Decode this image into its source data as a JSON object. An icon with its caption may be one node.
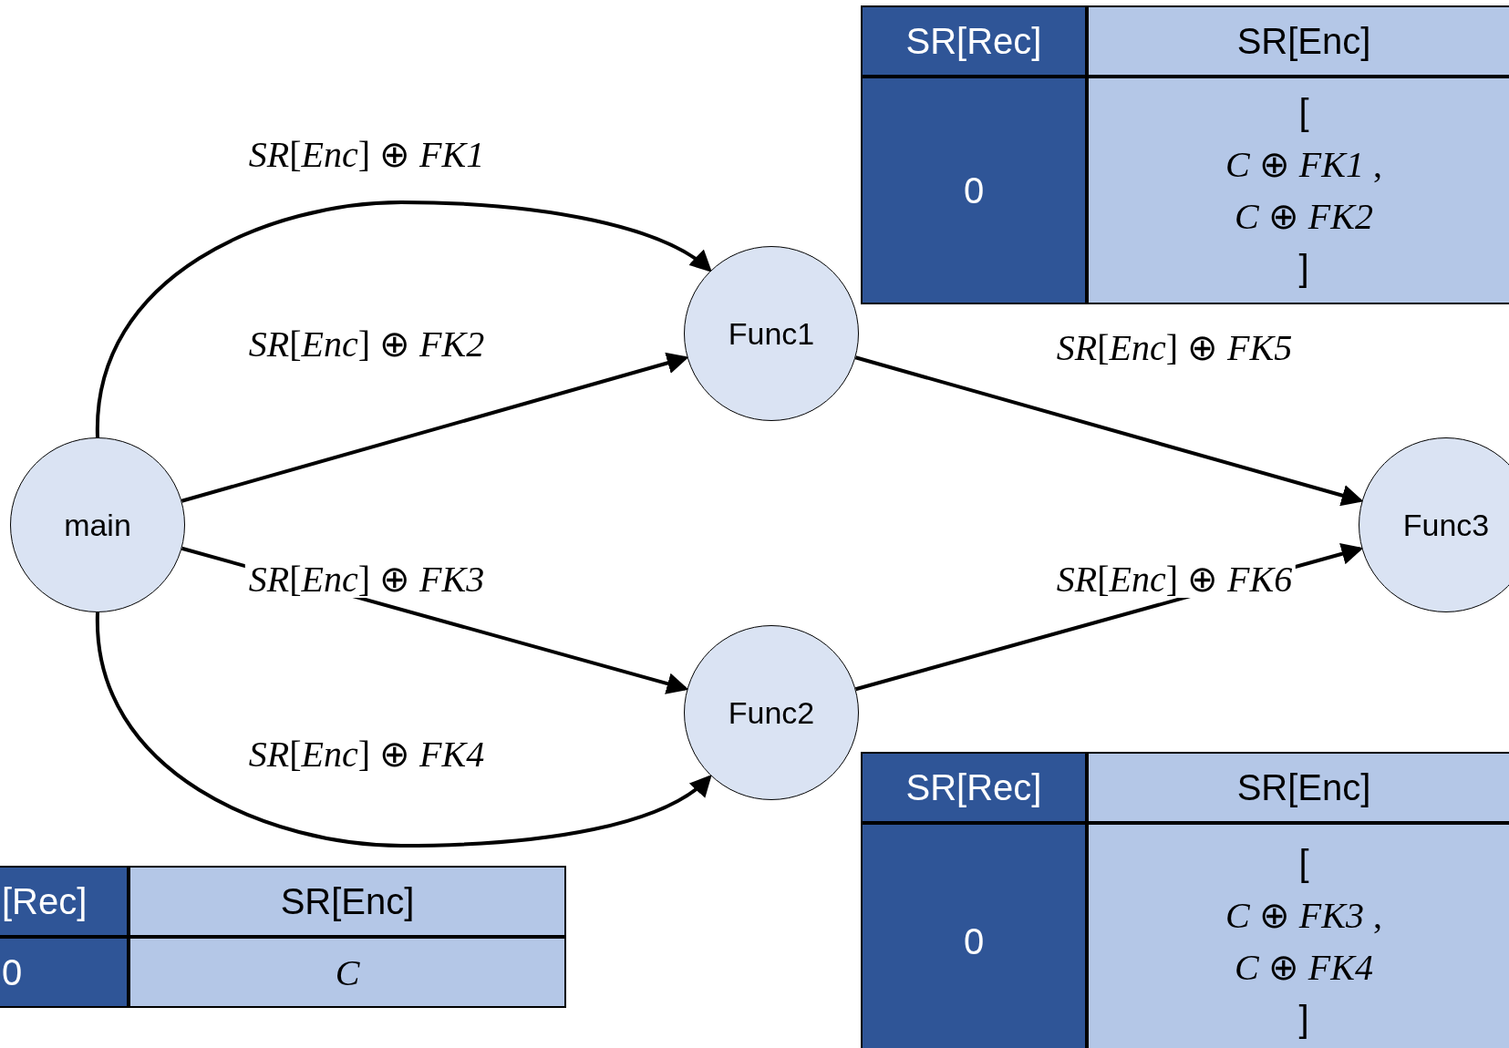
{
  "diagram": {
    "nodes": [
      {
        "text": [
          "main"
        ]
      },
      {
        "text": [
          "Func1"
        ]
      },
      {
        "text": [
          "Func2"
        ]
      },
      {
        "text": [
          "Func3"
        ]
      }
    ],
    "edges": [
      {
        "from": 0,
        "to": 1,
        "arrow": "to",
        "label": "*SR*[*Enc*] ⊕ *FK1*"
      },
      {
        "from": 0,
        "to": 1,
        "arrow": "to",
        "label": "*SR*[*Enc*] ⊕ *FK2*"
      },
      {
        "from": 0,
        "to": 2,
        "arrow": "to",
        "label": "*SR*[*Enc*] ⊕ *FK3*"
      },
      {
        "from": 0,
        "to": 2,
        "arrow": "to",
        "label": "*SR*[*Enc*] ⊕ *FK4*"
      },
      {
        "from": 1,
        "to": 3,
        "arrow": "to",
        "label": "*SR*[*Enc*] ⊕ *FK5*"
      },
      {
        "from": 2,
        "to": 3,
        "arrow": "to",
        "label": "*SR*[*Enc*] ⊕ *FK6*"
      }
    ],
    "labels": [
      "SR[Rec]",
      "SR[Enc]",
      "0",
      "[",
      "*C* ⊕ *FK1* ,",
      "*C* ⊕ *FK2*",
      "]",
      "SR[Rec]",
      "SR[Enc]",
      "0",
      "[",
      "*C* ⊕ *FK3* ,",
      "*C* ⊕ *FK4*",
      "]",
      "[Rec]",
      "SR[Enc]",
      "0",
      "*C*"
    ]
  }
}
